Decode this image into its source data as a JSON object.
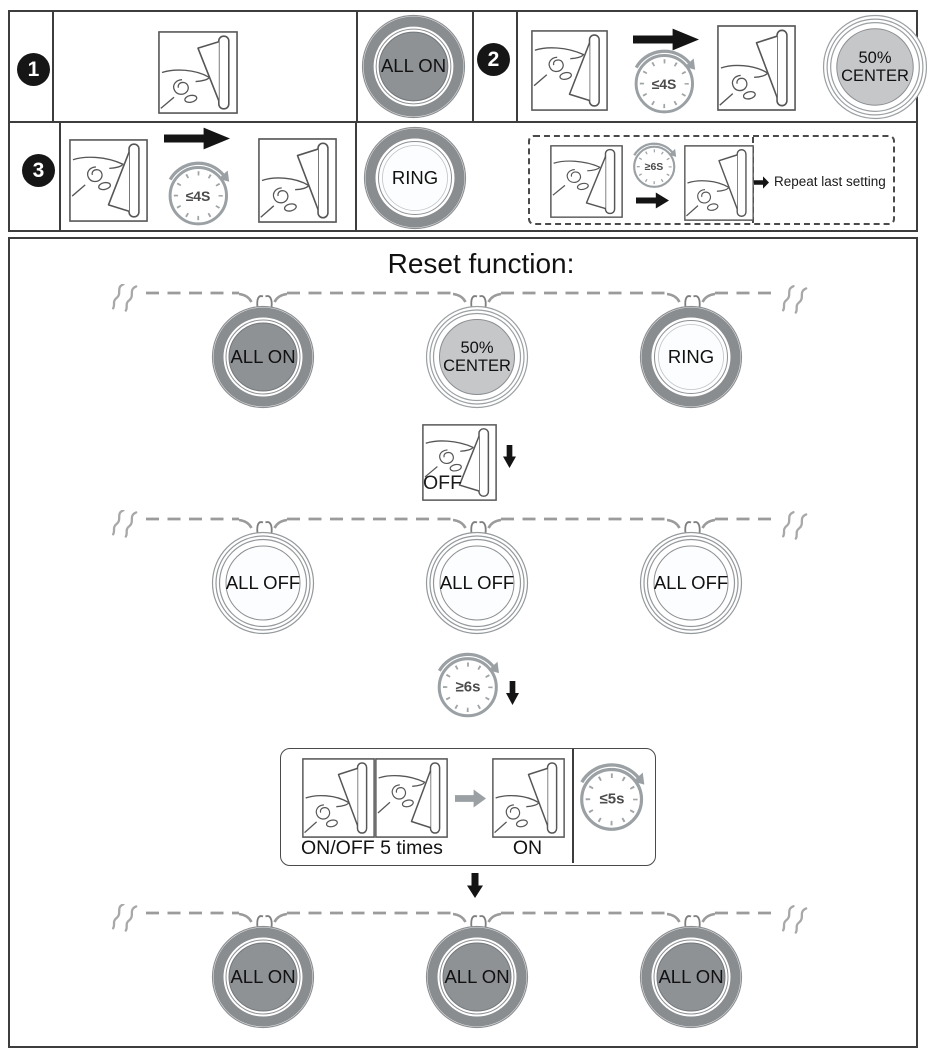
{
  "step_table": {
    "step1": {
      "number": "1",
      "result_lamp": "ALL ON"
    },
    "step2": {
      "number": "2",
      "hold_time": "≤4S",
      "result_lamp": "50%\nCENTER"
    },
    "step3": {
      "number": "3",
      "hold_time": "≤4S",
      "result_lamp": "RING"
    },
    "repeat": {
      "hold_time": "≥6S",
      "label": "Repeat last setting"
    }
  },
  "reset": {
    "title": "Reset function:",
    "initial_lamps": [
      "ALL ON",
      "50%\nCENTER",
      "RING"
    ],
    "off_label": "OFF",
    "all_off_lamps": [
      "ALL OFF",
      "ALL OFF",
      "ALL OFF"
    ],
    "hold_time": "≥6s",
    "cycle_label": "ON/OFF 5 times",
    "on_label": "ON",
    "cycle_time": "≤5s",
    "final_lamps": [
      "ALL ON",
      "ALL ON",
      "ALL ON"
    ]
  },
  "colors": {
    "lamp_on_gray": "#8c9093",
    "lamp_50_gray": "#c5c7c9",
    "wire_gray": "#9b9b9b",
    "ink": "#1a1a1a"
  }
}
